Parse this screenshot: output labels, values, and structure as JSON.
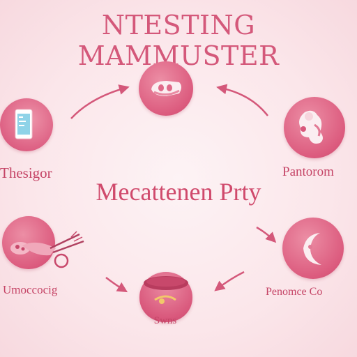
{
  "title": "NTESTING MAMMUSTER",
  "center_title": "Mecattenen Prty",
  "nodes": {
    "top": {
      "icon": "pad-icon"
    },
    "left": {
      "icon": "phone-icon",
      "label": "Thesigor"
    },
    "right": {
      "icon": "fetus-icon",
      "label": "Pantorom"
    },
    "bottom_left": {
      "icon": "scissors-icon",
      "label": "Umoccocig"
    },
    "bottom_right": {
      "icon": "moon-icon",
      "label": "Penomce Co"
    },
    "bottom": {
      "icon": "cup-icon",
      "label": "Swns"
    }
  },
  "colors": {
    "accent": "#d4587a",
    "node": "#dc5b7e",
    "background": "#fbe6ea"
  }
}
